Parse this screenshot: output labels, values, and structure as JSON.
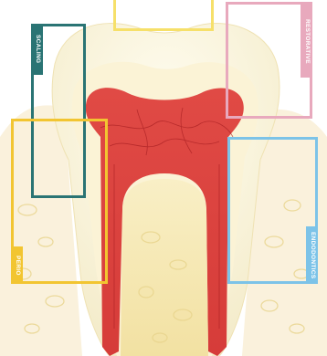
{
  "labels": {
    "scaling": "SCALING",
    "restorative": "RESTORATIVE",
    "perio": "PERIO",
    "endodontics": "ENDODONTICS"
  },
  "colors": {
    "scaling": "#2a7474",
    "restorative": "#e8a9bd",
    "perio": "#f2c531",
    "endodontics": "#7cc3e8",
    "top_box": "#f6e06a",
    "pulp": "#d94040",
    "pulp_light": "#ef8f8a",
    "enamel": "#fbf6dc",
    "bone": "#f6e9b4",
    "gum": "#f7dcc4"
  },
  "icons": [
    "tooth-cross-section"
  ]
}
